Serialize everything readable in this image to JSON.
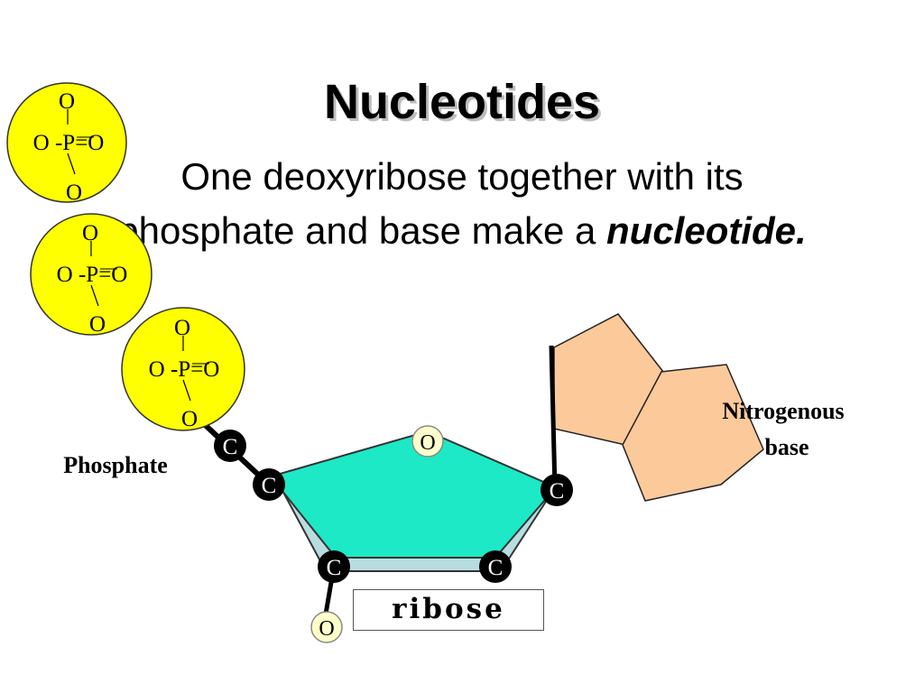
{
  "slide": {
    "title": "Nucleotides",
    "subtitle_before": "One deoxyribose together with its phosphate and base make a ",
    "subtitle_emphasis": "nucleotide",
    "subtitle_after": "."
  },
  "phosphate_groups": [
    {
      "top_o": "O",
      "middle": "O -P=O",
      "bottom_o": "O"
    },
    {
      "top_o": "O",
      "middle": "O -P=O",
      "bottom_o": "O"
    },
    {
      "top_o": "O",
      "middle": "O -P=O",
      "bottom_o": "O"
    }
  ],
  "labels": {
    "phosphate": "Phosphate",
    "base_line1": "Nitrogenous",
    "base_line2": "base",
    "sugar": "ribose"
  },
  "atoms": {
    "ring_oxygen": "O",
    "bottom_oxygen": "O",
    "carbon": "C"
  },
  "colors": {
    "phosphate_fill": "#ffff00",
    "sugar_fill": "#1de9c6",
    "sugar_shadow": "#b8dde0",
    "base_fill": "#fcc99a",
    "oxygen_fill": "#ffffcc",
    "carbon_fill": "#000000"
  }
}
